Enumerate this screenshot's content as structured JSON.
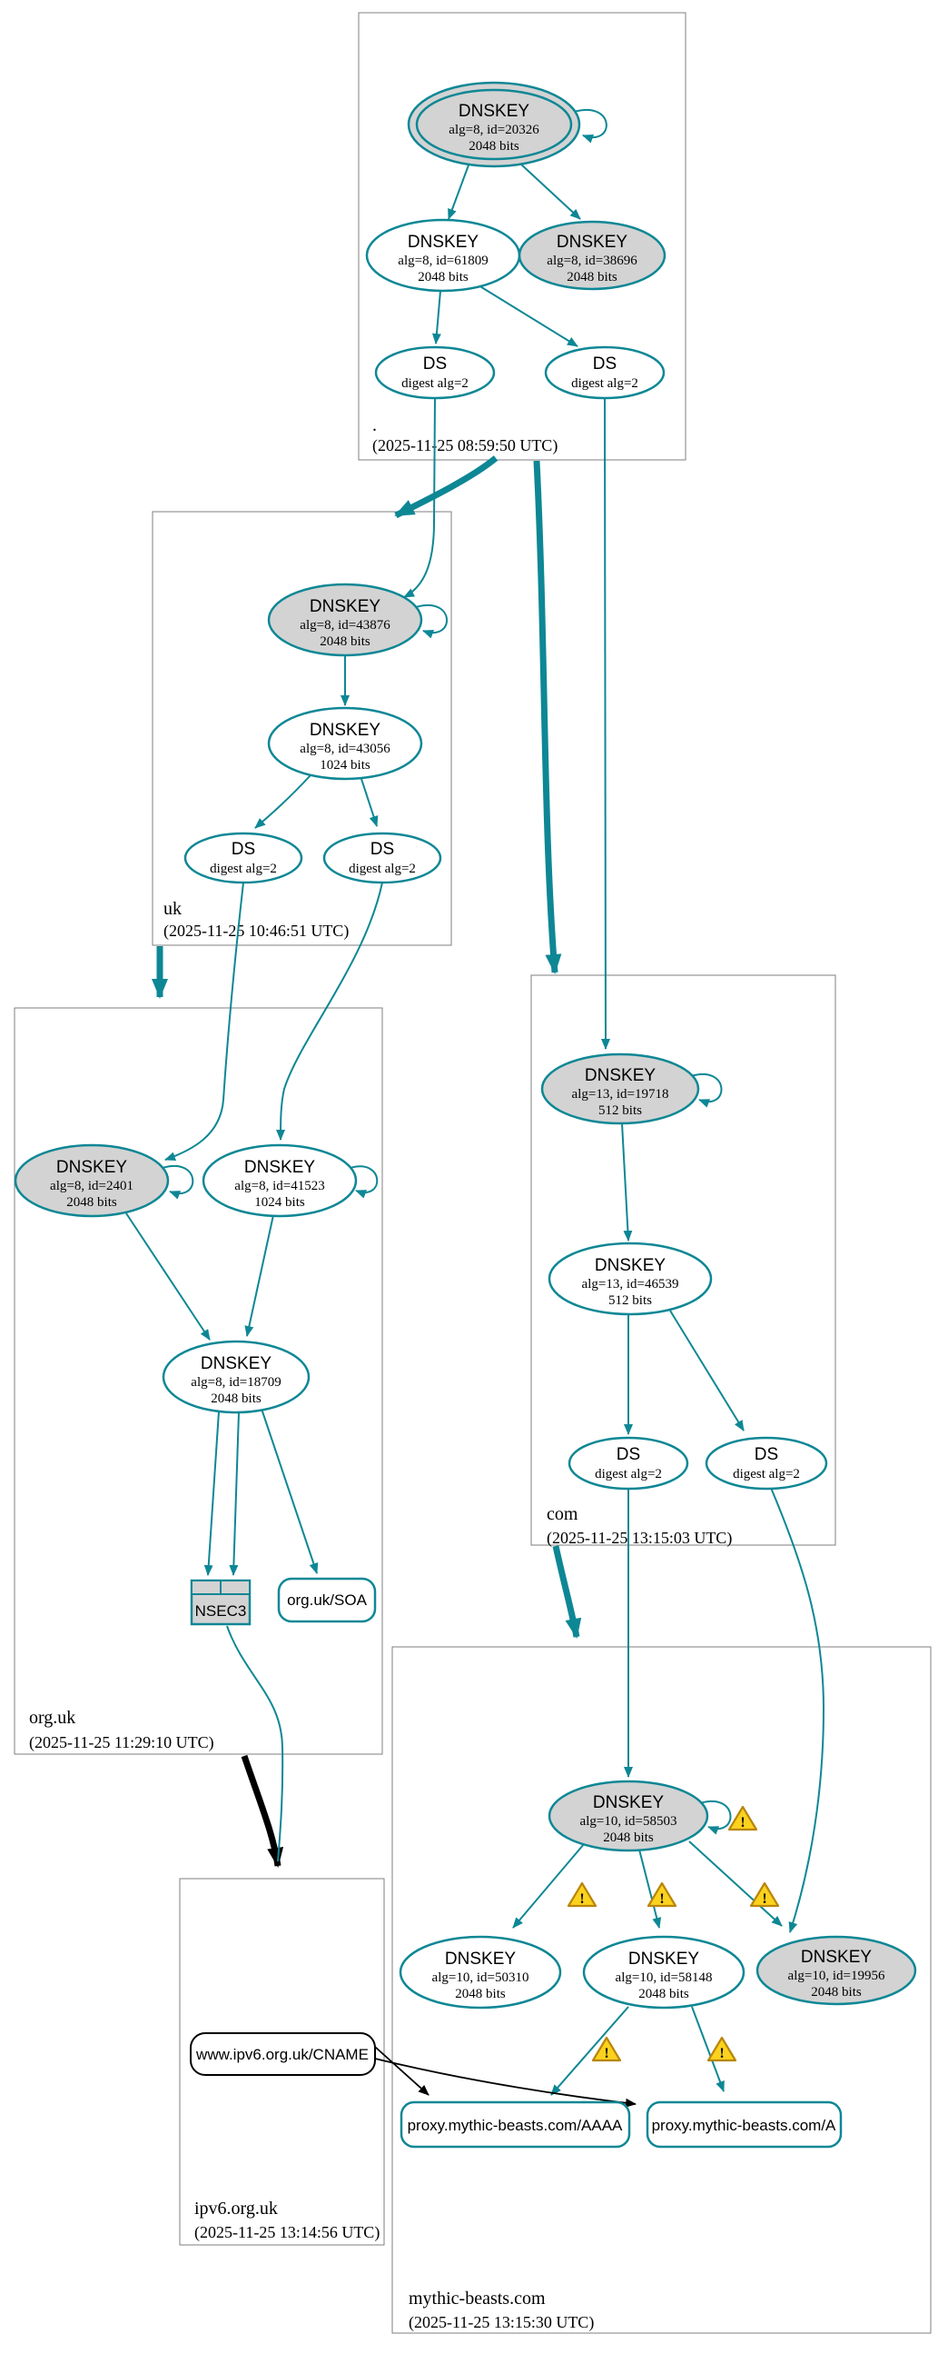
{
  "icons": {
    "warning": "!"
  },
  "colors": {
    "secure_edge": "#0e8795",
    "insecure_edge": "#000000",
    "sep_key_fill": "#d3d3d3",
    "key_fill": "#ffffff",
    "warning_fill": "#fcd21e",
    "warning_border": "#b8860b",
    "zone_border": "#7f7f7f"
  },
  "zones": {
    "root": {
      "name": ".",
      "timestamp": "(2025-11-25 08:59:50 UTC)",
      "nodes": {
        "ksk": {
          "title": "DNSKEY",
          "detail": "alg=8, id=20326",
          "bits": "2048 bits"
        },
        "zsk": {
          "title": "DNSKEY",
          "detail": "alg=8, id=61809",
          "bits": "2048 bits"
        },
        "ksk2": {
          "title": "DNSKEY",
          "detail": "alg=8, id=38696",
          "bits": "2048 bits"
        },
        "ds1": {
          "title": "DS",
          "detail": "digest alg=2"
        },
        "ds2": {
          "title": "DS",
          "detail": "digest alg=2"
        }
      }
    },
    "uk": {
      "name": "uk",
      "timestamp": "(2025-11-25 10:46:51 UTC)",
      "nodes": {
        "ksk": {
          "title": "DNSKEY",
          "detail": "alg=8, id=43876",
          "bits": "2048 bits"
        },
        "zsk": {
          "title": "DNSKEY",
          "detail": "alg=8, id=43056",
          "bits": "1024 bits"
        },
        "ds1": {
          "title": "DS",
          "detail": "digest alg=2"
        },
        "ds2": {
          "title": "DS",
          "detail": "digest alg=2"
        }
      }
    },
    "org_uk": {
      "name": "org.uk",
      "timestamp": "(2025-11-25 11:29:10 UTC)",
      "nodes": {
        "ksk": {
          "title": "DNSKEY",
          "detail": "alg=8, id=2401",
          "bits": "2048 bits"
        },
        "ksk2": {
          "title": "DNSKEY",
          "detail": "alg=8, id=41523",
          "bits": "1024 bits"
        },
        "zsk": {
          "title": "DNSKEY",
          "detail": "alg=8, id=18709",
          "bits": "2048 bits"
        },
        "nsec3": {
          "label": "NSEC3"
        },
        "soa": {
          "label": "org.uk/SOA"
        }
      }
    },
    "com": {
      "name": "com",
      "timestamp": "(2025-11-25 13:15:03 UTC)",
      "nodes": {
        "ksk": {
          "title": "DNSKEY",
          "detail": "alg=13, id=19718",
          "bits": "512 bits"
        },
        "zsk": {
          "title": "DNSKEY",
          "detail": "alg=13, id=46539",
          "bits": "512 bits"
        },
        "ds1": {
          "title": "DS",
          "detail": "digest alg=2"
        },
        "ds2": {
          "title": "DS",
          "detail": "digest alg=2"
        }
      }
    },
    "ipv6_org_uk": {
      "name": "ipv6.org.uk",
      "timestamp": "(2025-11-25 13:14:56 UTC)",
      "nodes": {
        "cname": {
          "label": "www.ipv6.org.uk/CNAME"
        }
      }
    },
    "mythic_beasts_com": {
      "name": "mythic-beasts.com",
      "timestamp": "(2025-11-25 13:15:30 UTC)",
      "nodes": {
        "ksk": {
          "title": "DNSKEY",
          "detail": "alg=10, id=58503",
          "bits": "2048 bits"
        },
        "zsk1": {
          "title": "DNSKEY",
          "detail": "alg=10, id=50310",
          "bits": "2048 bits"
        },
        "zsk2": {
          "title": "DNSKEY",
          "detail": "alg=10, id=58148",
          "bits": "2048 bits"
        },
        "ksk2": {
          "title": "DNSKEY",
          "detail": "alg=10, id=19956",
          "bits": "2048 bits"
        },
        "aaaa": {
          "label": "proxy.mythic-beasts.com/AAAA"
        },
        "a": {
          "label": "proxy.mythic-beasts.com/A"
        }
      }
    }
  }
}
